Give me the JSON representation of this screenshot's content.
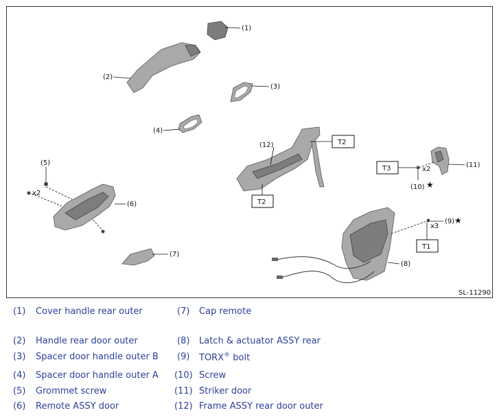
{
  "diagram": {
    "code": "SL-11290",
    "callouts": [
      "(1)",
      "(2)",
      "(3)",
      "(4)",
      "(5)",
      "(6)",
      "(7)",
      "(8)",
      "(9)",
      "(10)",
      "(11)",
      "(12)"
    ],
    "torque_labels": {
      "t1": "T1",
      "t2a": "T2",
      "t2b": "T2",
      "t3": "T3"
    },
    "qty": {
      "q5": "x2",
      "q10": "x2",
      "q9": "x3"
    },
    "star": "★"
  },
  "legend": {
    "items": [
      {
        "num": "(1)",
        "label": "Cover handle rear outer"
      },
      {
        "num": "(2)",
        "label": "Handle rear door outer"
      },
      {
        "num": "(3)",
        "label": "Spacer door handle outer B"
      },
      {
        "num": "(4)",
        "label": "Spacer door handle outer A"
      },
      {
        "num": "(5)",
        "label": "Grommet screw"
      },
      {
        "num": "(6)",
        "label": "Remote ASSY door"
      },
      {
        "num": "(7)",
        "label": "Cap remote"
      },
      {
        "num": "(8)",
        "label": "Latch & actuator ASSY rear"
      },
      {
        "num": "(9)",
        "label": "TORX",
        "sup": "®",
        "label_suffix": " bolt"
      },
      {
        "num": "(10)",
        "label": "Screw"
      },
      {
        "num": "(11)",
        "label": "Striker door"
      },
      {
        "num": "(12)",
        "label": "Frame ASSY rear door outer"
      }
    ]
  }
}
